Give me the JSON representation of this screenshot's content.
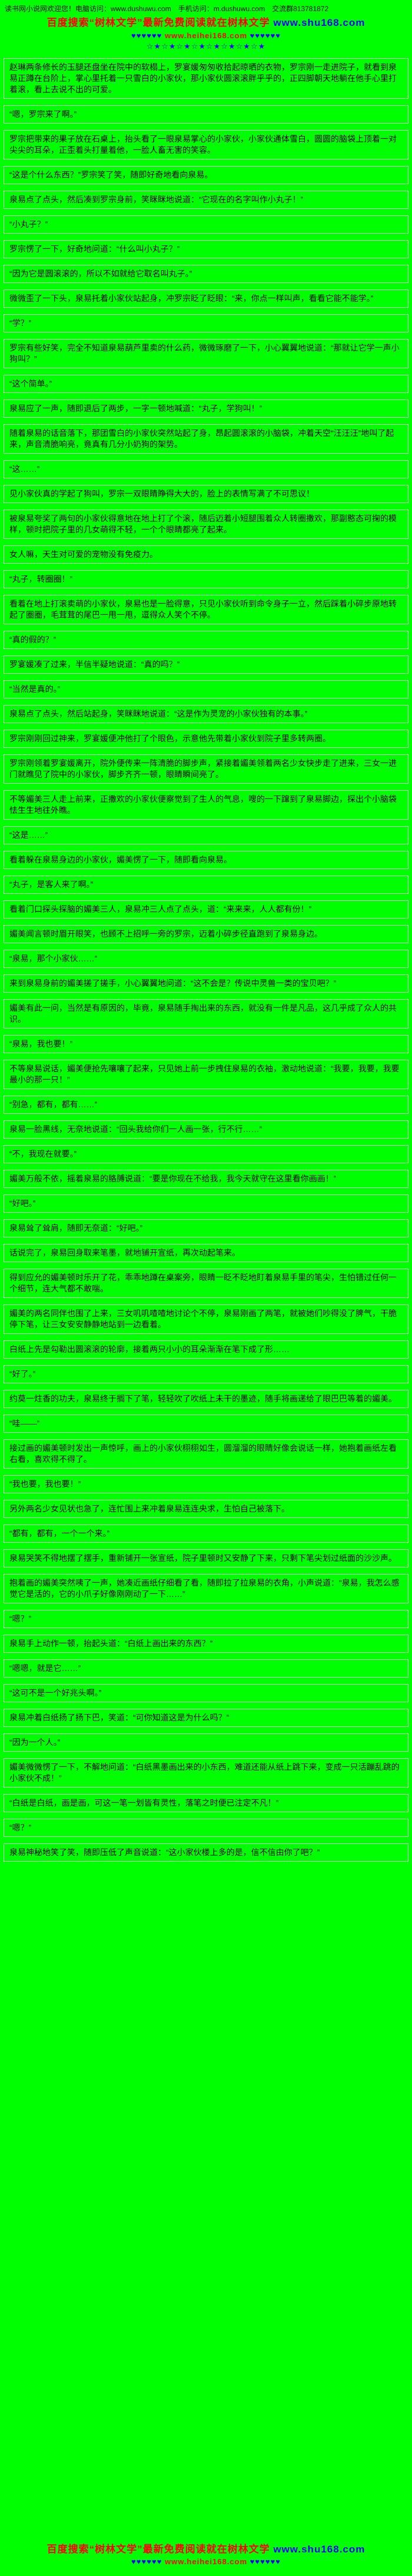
{
  "page": {
    "top_notice": "读书网小说网欢迎您！电脑访问：www.dushuwu.com　手机访问：m.dushuwu.com　交流群813781872"
  },
  "colors": {
    "background": "#00ff00",
    "text": "#000000",
    "accent_red": "#ff0000",
    "accent_blue": "#0000ff"
  },
  "banner": {
    "title_red": "百度搜索“树林文学”最新免费阅读就在树林文学",
    "title_url": "www.shu168.com",
    "deco_left": "♥♥♥♥♥♥",
    "deco_url": "www.heihei168.com",
    "deco_right": "♥♥♥♥♥♥",
    "deco_line2": "☆★☆★☆★☆★☆★☆★☆★☆★"
  },
  "paragraphs": [
    "赵琳两条修长的玉腿还盘坐在院中的软榻上，罗宴媛匆匆收拾起晾晒的衣物，罗宗刚一走进院子，就看到泉易正蹲在台阶上，掌心里托着一只雪白的小家伙，那小家伙圆滚滚胖乎乎的，正四脚朝天地躺在他手心里打着滚，看上去说不出的可爱。",
    "“嗯，罗宗来了啊。”",
    "罗宗把带来的果子放在石桌上，抬头看了一眼泉易掌心的小家伙，小家伙通体雪白，圆圆的脑袋上顶着一对尖尖的耳朵，正歪着头打量着他，一脸人畜无害的笑容。",
    "“这是个什么东西？”罗宗笑了笑，随即好奇地看向泉易。",
    "泉易点了点头，然后凑到罗宗身前，笑眯眯地说道：“它现在的名字叫作小丸子！”",
    "“小丸子？”",
    "罗宗愣了一下，好奇地问道：“什么叫小丸子？”",
    "“因为它是圆滚滚的，所以不如就给它取名叫丸子。”",
    "微微歪了一下头，泉易托着小家伙站起身，冲罗宗眨了眨眼：“来，你点一样叫声，看看它能不能学。”",
    "“学？”",
    "罗宗有些好笑，完全不知道泉易葫芦里卖的什么药，微微琢磨了一下，小心翼翼地说道：“那就让它学一声小狗叫？”",
    "“这个简单。”",
    "泉易应了一声，随即退后了两步，一字一顿地喊道：“丸子，学狗叫！”",
    "随着泉易的话音落下，那团雪白的小家伙突然站起了身，昂起圆滚滚的小脑袋，冲着天空“汪汪汪”地叫了起来，声音清脆响亮，竟真有几分小奶狗的架势。",
    "“这……”",
    "见小家伙真的学起了狗叫，罗宗一双眼睛睁得大大的，脸上的表情写满了不可思议！",
    "被泉易夸奖了两句的小家伙得意地在地上打了个滚，随后迈着小短腿围着众人转圈撒欢，那副憨态可掬的模样，顿时把院子里的几女萌得不轻，一个个眼睛都亮了起来。",
    "女人嘛，天生对可爱的宠物没有免疫力。",
    "“丸子，转圈圈！”",
    "看着在地上打滚卖萌的小家伙，泉易也是一脸得意，只见小家伙听到命令身子一立，然后踩着小碎步原地转起了圈圈，毛茸茸的尾巴一甩一甩，逗得众人笑个不停。",
    "“真的假的？”",
    "罗宴媛凑了过来，半信半疑地说道：“真的吗？”",
    "“当然是真的。”",
    "泉易点了点头，然后站起身，笑眯眯地说道：“这是作为灵宠的小家伙独有的本事。”",
    "罗宗刚刚回过神来，罗宴媛便冲他打了个眼色，示意他先带着小家伙到院子里多转两圈。",
    "罗宗刚领着罗宴媛离开，院外便传来一阵清脆的脚步声，紧接着媚美领着两名少女快步走了进来，三女一进门就瞧见了院中的小家伙，脚步齐齐一顿，眼睛瞬间亮了。",
    "不等媚美三人走上前来，正撒欢的小家伙便察觉到了生人的气息，嗖的一下蹿到了泉易脚边，探出个小脑袋怯生生地往外瞧。",
    "“这是……”",
    "看着躲在泉易身边的小家伙，媚美愣了一下，随即看向泉易。",
    "“丸子，是客人来了啊。”",
    "看着门口探头探脑的媚美三人，泉易冲三人点了点头，道：“来来来，人人都有份！”",
    "媚美闻言顿时眉开眼笑，也顾不上招呼一旁的罗宗，迈着小碎步径直跑到了泉易身边。",
    "“泉易，那个小家伙……”",
    "来到泉易身前的媚美搓了搓手，小心翼翼地问道：“这不会是？传说中灵兽一类的宝贝吧？”",
    "媚美有此一问，当然是有原因的，毕竟，泉易随手掏出来的东西，就没有一件是凡品，这几乎成了众人的共识。",
    "“泉易，我也要！”",
    "不等泉易说话，媚美便抢先嚷嚷了起来，只见她上前一步拽住泉易的衣袖，激动地说道：“我要，我要，我要最小的那一只！”",
    "“别急，都有，都有……”",
    "泉易一脸黑线，无奈地说道：“回头我给你们一人画一张，行不行……”",
    "“不，我现在就要。”",
    "媚美万般不依，摇着泉易的胳膊说道：“要是你现在不给我，我今天就守在这里看你画画！”",
    "“好吧。”",
    "泉易耸了耸肩，随即无奈道：“好吧。”",
    "话说完了，泉易回身取来笔墨，就地铺开宣纸，再次动起笔来。",
    "得到应允的媚美顿时乐开了花，乖乖地蹲在桌案旁，眼睛一眨不眨地盯着泉易手里的笔尖，生怕错过任何一个细节，连大气都不敢喘。",
    "媚美的两名同伴也围了上来，三女叽叽喳喳地讨论个不停，泉易刚画了两笔，就被她们吵得没了脾气，干脆停下笔，让三女安安静静地站到一边看着。",
    "白纸上先是勾勒出圆滚滚的轮廓，接着两只小小的耳朵渐渐在笔下成了形……",
    "“好了。”",
    "约莫一炷香的功夫，泉易终于搁下了笔，轻轻吹了吹纸上未干的墨迹，随手将画递给了眼巴巴等着的媚美。",
    "“哇——”",
    "接过画的媚美顿时发出一声惊呼，画上的小家伙栩栩如生，圆溜溜的眼睛好像会说话一样，她抱着画纸左看右看，喜欢得不得了。",
    "“我也要，我也要！”",
    "另外两名少女见状也急了，连忙围上来冲着泉易连连央求，生怕自己被落下。",
    "“都有，都有，一个一个来。”",
    "泉易哭笑不得地摆了摆手，重新铺开一张宣纸，院子里顿时又安静了下来，只剩下笔尖划过纸面的沙沙声。",
    "抱着画的媚美突然咦了一声，她凑近画纸仔细看了看，随即拉了拉泉易的衣角，小声说道：“泉易，我怎么感觉它是活的，它的小爪子好像刚刚动了一下……”",
    "“嗯？”",
    "泉易手上动作一顿，抬起头道：“白纸上画出来的东西？”",
    "“嗯嗯，就是它……”",
    "“这可不是一个好兆头啊。”",
    "泉易冲着白纸扬了扬下巴，笑道：“可你知道这是为什么吗？”",
    "“因为一个人。”",
    "媚美微微愣了一下，不解地问道：“白纸黑墨画出来的小东西，难道还能从纸上跳下来，变成一只活蹦乱跳的小家伙不成！”",
    "“白纸是白纸，画是画，可这一笔一划皆有灵性，落笔之时便已注定不凡！”",
    "“嗯？”",
    "泉易神秘地笑了笑，随即压低了声音说道：“这小家伙楼上多的是，信不信由你了吧？”"
  ]
}
